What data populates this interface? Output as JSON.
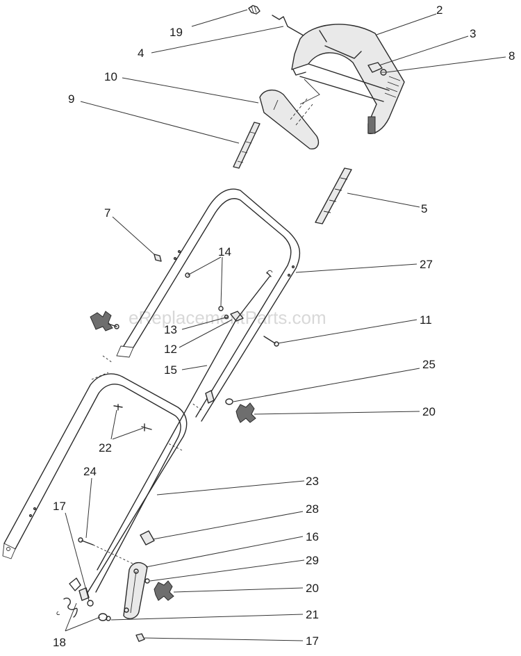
{
  "watermark": "eReplacementParts.com",
  "callouts": [
    {
      "id": "c19",
      "label": "19"
    },
    {
      "id": "c4",
      "label": "4"
    },
    {
      "id": "c2",
      "label": "2"
    },
    {
      "id": "c3",
      "label": "3"
    },
    {
      "id": "c8",
      "label": "8"
    },
    {
      "id": "c10",
      "label": "10"
    },
    {
      "id": "c9",
      "label": "9"
    },
    {
      "id": "c5",
      "label": "5"
    },
    {
      "id": "c7",
      "label": "7"
    },
    {
      "id": "c14",
      "label": "14"
    },
    {
      "id": "c27",
      "label": "27"
    },
    {
      "id": "c13",
      "label": "13"
    },
    {
      "id": "c12",
      "label": "12"
    },
    {
      "id": "c11",
      "label": "11"
    },
    {
      "id": "c15",
      "label": "15"
    },
    {
      "id": "c25",
      "label": "25"
    },
    {
      "id": "c20a",
      "label": "20"
    },
    {
      "id": "c22",
      "label": "22"
    },
    {
      "id": "c24",
      "label": "24"
    },
    {
      "id": "c23",
      "label": "23"
    },
    {
      "id": "c17a",
      "label": "17"
    },
    {
      "id": "c28",
      "label": "28"
    },
    {
      "id": "c16",
      "label": "16"
    },
    {
      "id": "c29",
      "label": "29"
    },
    {
      "id": "c20b",
      "label": "20"
    },
    {
      "id": "c21",
      "label": "21"
    },
    {
      "id": "c18",
      "label": "18"
    },
    {
      "id": "c17b",
      "label": "17"
    }
  ]
}
